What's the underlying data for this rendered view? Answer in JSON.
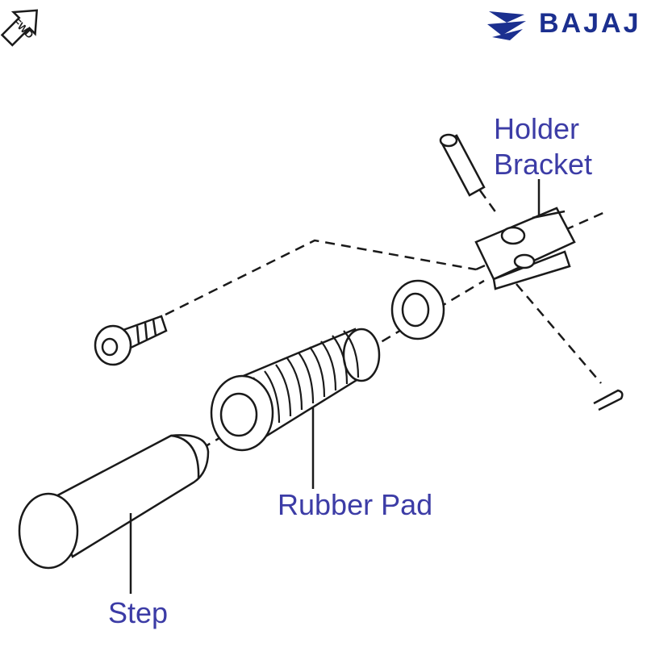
{
  "brand": {
    "name": "BAJAJ",
    "logo": "bajaj-swirl-logo",
    "color": "#1b2f8f"
  },
  "direction_marker": {
    "text": "FWD",
    "icon": "forward-arrow-icon"
  },
  "parts": [
    {
      "id": "holder-bracket",
      "label_lines": [
        "Holder",
        "Bracket"
      ]
    },
    {
      "id": "rubber-pad",
      "label_lines": [
        "Rubber Pad"
      ]
    },
    {
      "id": "step",
      "label_lines": [
        "Step"
      ]
    }
  ],
  "colors": {
    "label": "#3c3ca6",
    "line": "#1a1a1a",
    "fill": "#ffffff"
  }
}
